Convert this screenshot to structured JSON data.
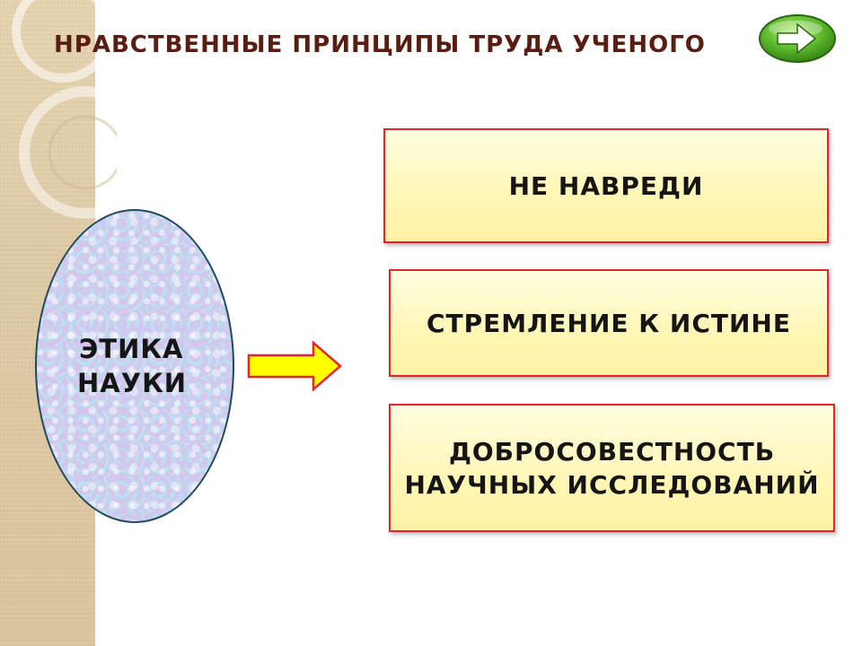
{
  "slide": {
    "title": "НРАВСТВЕННЫЕ  ПРИНЦИПЫ  ТРУДА УЧЕНОГО",
    "center": {
      "line1": "ЭТИКА",
      "line2": "НАУКИ"
    },
    "principles": [
      {
        "label": "НЕ НАВРЕДИ"
      },
      {
        "label": "СТРЕМЛЕНИЕ К ИСТИНЕ"
      },
      {
        "label": "ДОБРОСОВЕСТНОСТЬ НАУЧНЫХ ИССЛЕДОВАНИЙ"
      }
    ],
    "colors": {
      "title": "#5a1d12",
      "box_border": "#e3242b",
      "box_fill": "#fff6b6",
      "arrow_fill": "#ffff00",
      "arrow_border": "#e3242b",
      "ellipse_border": "#1f4a5b",
      "next_button": "#4caf2a"
    },
    "icons": {
      "next": "arrow-right-icon",
      "connector": "arrow-right-icon"
    }
  }
}
